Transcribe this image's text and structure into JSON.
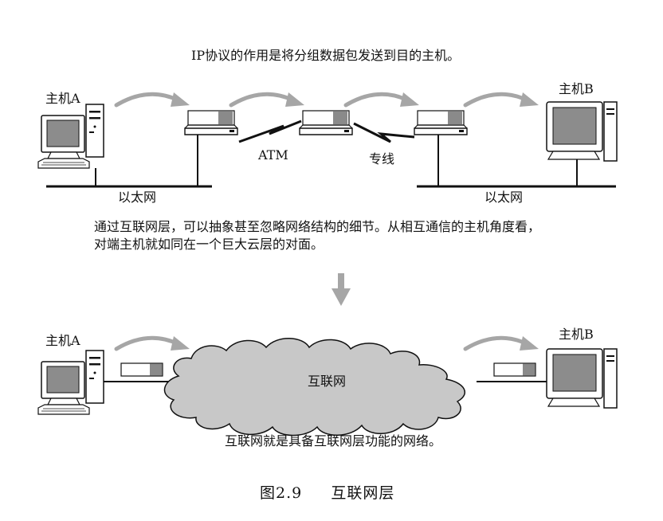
{
  "top": {
    "heading": "IP协议的作用是将分组数据包发送到目的主机。",
    "host_a": "主机A",
    "host_b": "主机B",
    "atm": "ATM",
    "leased_line": "专线",
    "ethernet_left": "以太网",
    "ethernet_right": "以太网"
  },
  "middle": {
    "paragraph_line1": "通过互联网层，可以抽象甚至忽略网络结构的细节。从相互通信的主机角度看，",
    "paragraph_line2": "对端主机就如同在一个巨大云层的对面。"
  },
  "bottom": {
    "host_a": "主机A",
    "host_b": "主机B",
    "cloud_label": "互联网",
    "description": "互联网就是具备互联网层功能的网络。"
  },
  "figure": {
    "number": "图2.9",
    "title": "互联网层"
  },
  "colors": {
    "arrow_gray": "#a6a6a6",
    "cloud_fill": "#c8c8c8",
    "packet_dark": "#8a8a8a"
  }
}
